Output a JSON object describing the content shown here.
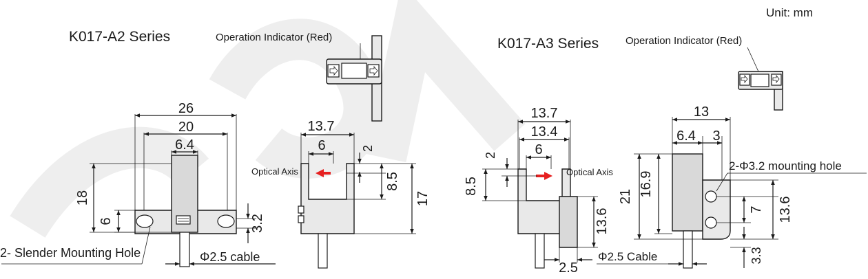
{
  "unit_label": "Unit: mm",
  "colors": {
    "indicator_arrow": "#e62020",
    "line": "#1a1a1a",
    "body_fill": "#e9e9e9",
    "watermark": "#eeeeee"
  },
  "a2": {
    "title": "K017-A2 Series",
    "indicator_label": "Operation Indicator (Red)",
    "optical_axis_label": "Optical Axis",
    "mounting_hole_label": "2- Slender Mounting Hole",
    "cable_label": "Φ2.5 cable",
    "dims": {
      "w26": "26",
      "w20": "20",
      "w6_4": "6.4",
      "h18": "18",
      "h6": "6",
      "h3_2": "3.2",
      "s13_7": "13.7",
      "s6": "6",
      "s2": "2",
      "s8_5": "8.5",
      "s17": "17"
    }
  },
  "a3": {
    "title": "K017-A3 Series",
    "indicator_label": "Operation Indicator (Red)",
    "optical_axis_label": "Optical Axis",
    "mounting_hole_label": "2-Φ3.2 mounting hole",
    "cable_label": "Φ2.5 Cable",
    "dims": {
      "w13_7": "13.7",
      "w13_4": "13.4",
      "w6": "6",
      "h2": "2",
      "h8_5": "8.5",
      "h13_6": "13.6",
      "w2_5": "2.5",
      "s13": "13",
      "s6_4": "6.4",
      "s3": "3",
      "s21": "21",
      "s16_9": "16.9",
      "s7": "7",
      "s13_6": "13.6",
      "s3_3": "3.3"
    }
  }
}
